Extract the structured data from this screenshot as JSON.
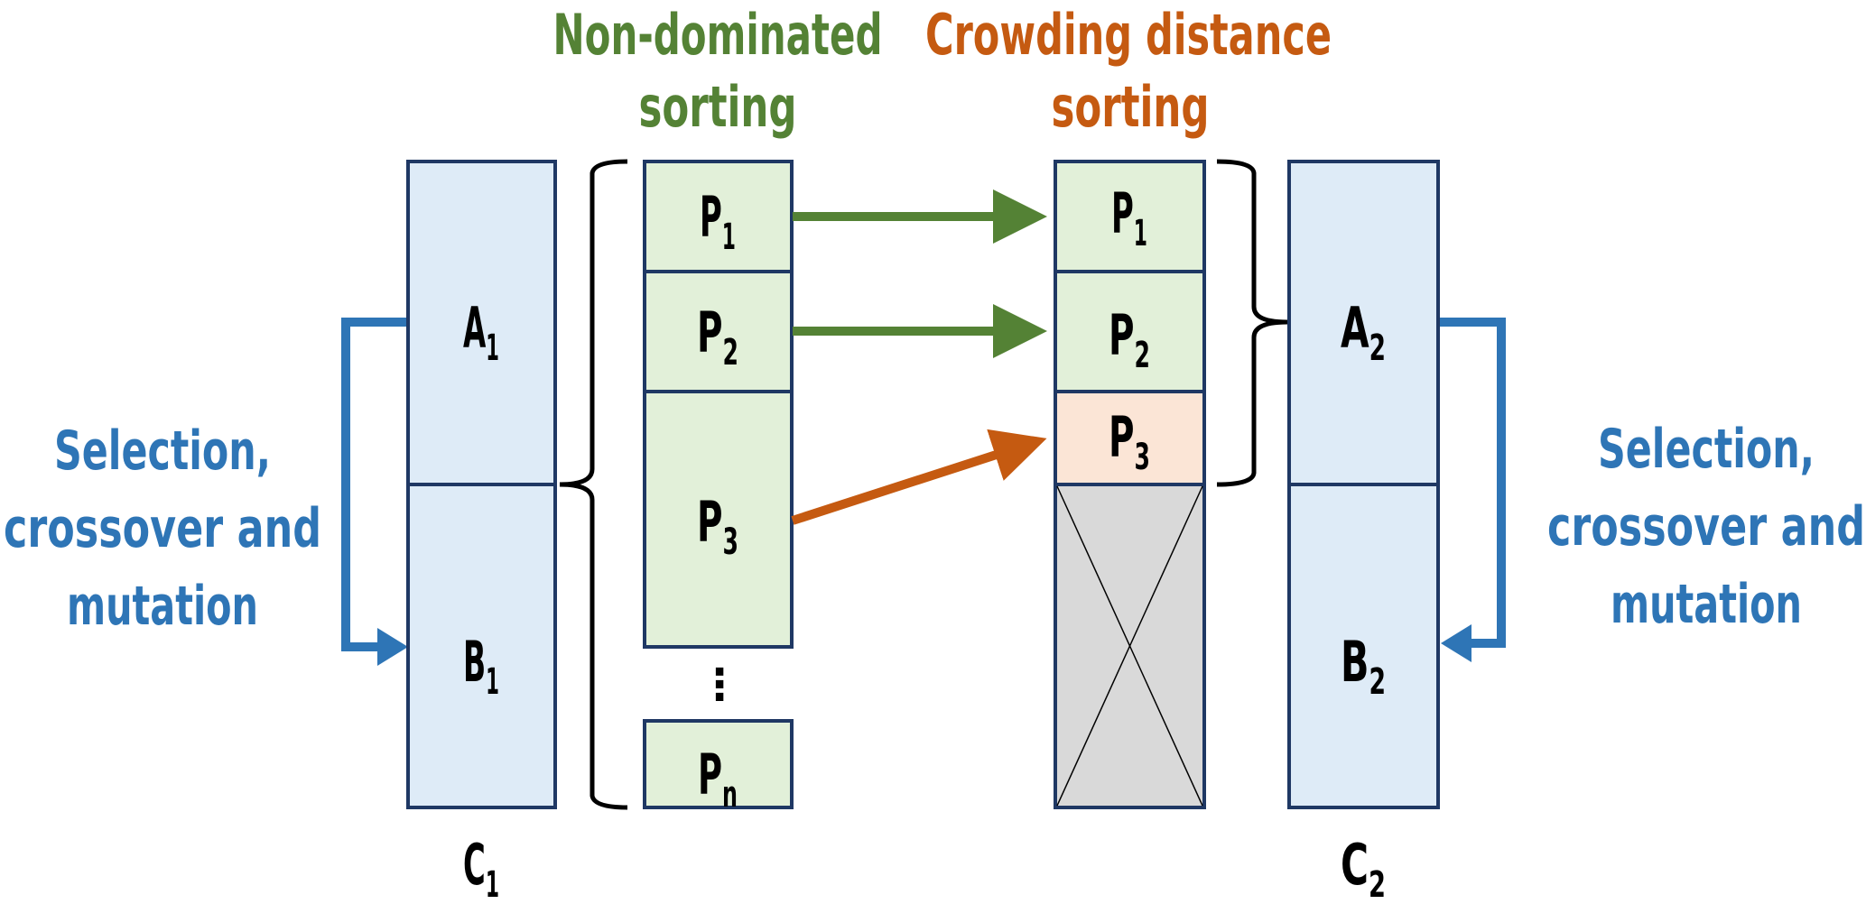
{
  "diagram": {
    "headers": {
      "non_dominated": {
        "line1": "Non-dominated",
        "line2": "sorting",
        "color": "#548235"
      },
      "crowding": {
        "line1": "Crowding distance",
        "line2": "sorting",
        "color": "#C55A11"
      }
    },
    "side_text_left": {
      "line1": "Selection,",
      "line2": "crossover and",
      "line3": "mutation",
      "color": "#2E75B6"
    },
    "side_text_right": {
      "line1": "Selection,",
      "line2": "crossover and",
      "line3": "mutation",
      "color": "#2E75B6"
    },
    "c1": {
      "label": "C",
      "label_sub": "1",
      "top": {
        "label": "A",
        "sub": "1"
      },
      "bottom": {
        "label": "B",
        "sub": "1"
      }
    },
    "c2": {
      "label": "C",
      "label_sub": "2",
      "top": {
        "label": "A",
        "sub": "2"
      },
      "bottom": {
        "label": "B",
        "sub": "2"
      }
    },
    "fronts_left": [
      {
        "label": "P",
        "sub": "1"
      },
      {
        "label": "P",
        "sub": "2"
      },
      {
        "label": "P",
        "sub": "3"
      },
      {
        "label": "P",
        "sub": "n"
      }
    ],
    "ellipsis": "⋮",
    "fronts_right": [
      {
        "label": "P",
        "sub": "1",
        "status": "kept"
      },
      {
        "label": "P",
        "sub": "2",
        "status": "kept"
      },
      {
        "label": "P",
        "sub": "3",
        "status": "partially-kept"
      },
      {
        "label": "",
        "sub": "",
        "status": "discarded"
      }
    ],
    "colors": {
      "population_fill": "#DEEBF7",
      "front_fill": "#E2F0D9",
      "partial_fill": "#FBE5D6",
      "discarded_fill": "#D9D9D9",
      "border": "#1F3864",
      "green_arrow": "#548235",
      "orange_arrow": "#C55A11",
      "blue_arrow": "#2E75B6"
    }
  }
}
